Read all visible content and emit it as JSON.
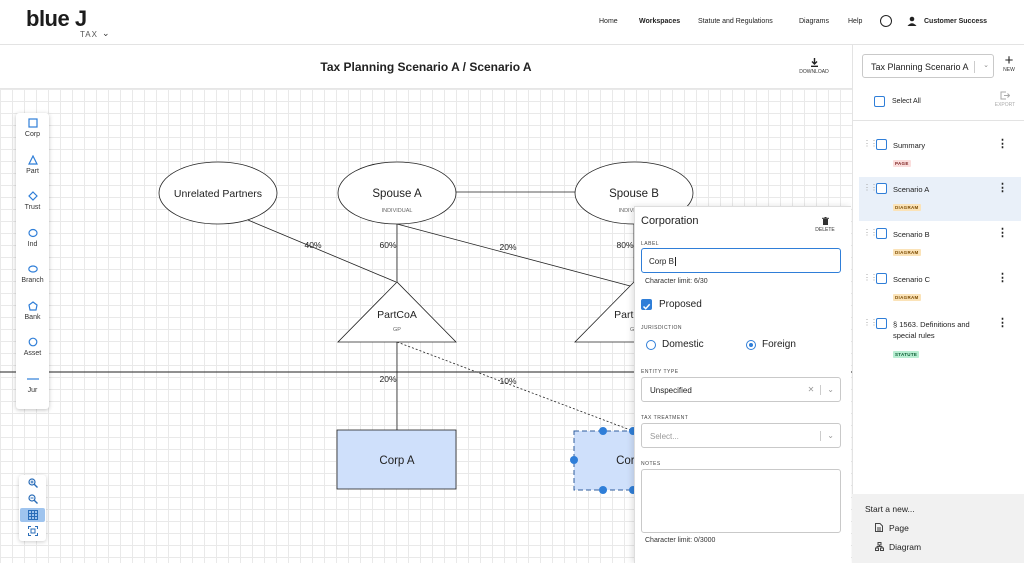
{
  "app": {
    "logo_main": "blue",
    "logo_j": "J",
    "logo_sub": "TAX"
  },
  "nav": {
    "home": "Home",
    "workspaces": "Workspaces",
    "statute": "Statute and Regulations",
    "diagrams": "Diagrams",
    "help": "Help",
    "user": "Customer Success"
  },
  "header": {
    "title": "Tax Planning Scenario A / Scenario A",
    "download": "DOWNLOAD"
  },
  "tools": [
    {
      "label": "Corp",
      "icon": "square-icon"
    },
    {
      "label": "Part",
      "icon": "triangle-icon"
    },
    {
      "label": "Trust",
      "icon": "diamond-icon"
    },
    {
      "label": "Ind",
      "icon": "ellipse-icon"
    },
    {
      "label": "Branch",
      "icon": "ellipse-small-icon"
    },
    {
      "label": "Bank",
      "icon": "pentagon-icon"
    },
    {
      "label": "Asset",
      "icon": "circle-icon"
    },
    {
      "label": "Jur",
      "icon": "line-icon"
    }
  ],
  "diagram": {
    "nodes": {
      "unrelated": "Unrelated Partners",
      "spouse_a": "Spouse A",
      "spouse_a_sub": "INDIVIDUAL",
      "spouse_b": "Spouse B",
      "spouse_b_sub": "INDIVIDUAL",
      "partcoa": "PartCoA",
      "partcoa_sub": "GP",
      "part_b": "PartCoB",
      "part_b_sub": "GP",
      "corp_a": "Corp A",
      "corp_b": "Corp B"
    },
    "edges": {
      "e40": "40%",
      "e60": "60%",
      "e20a": "20%",
      "e80": "80%",
      "e20b": "20%",
      "e10": "10%"
    }
  },
  "props": {
    "heading": "Corporation",
    "delete": "DELETE",
    "label_caption": "LABEL",
    "label_value": "Corp B",
    "label_limit": "Character limit: 6/30",
    "proposed": "Proposed",
    "jurisdiction_caption": "JURISDICTION",
    "domestic": "Domestic",
    "foreign": "Foreign",
    "entity_type_caption": "ENTITY TYPE",
    "entity_type_value": "Unspecified",
    "tax_treatment_caption": "TAX TREATMENT",
    "tax_treatment_placeholder": "Select...",
    "notes_caption": "NOTES",
    "notes_limit": "Character limit: 0/3000"
  },
  "sidebar": {
    "scenario_select": "Tax Planning Scenario A",
    "new": "NEW",
    "select_all": "Select All",
    "export": "EXPORT",
    "items": [
      {
        "name": "Summary",
        "badge": "PAGE"
      },
      {
        "name": "Scenario A",
        "badge": "DIAGRAM"
      },
      {
        "name": "Scenario B",
        "badge": "DIAGRAM"
      },
      {
        "name": "Scenario C",
        "badge": "DIAGRAM"
      },
      {
        "name": "§ 1563. Definitions and special rules",
        "badge": "STATUTE"
      }
    ],
    "start_new": "Start a new...",
    "start_page": "Page",
    "start_diagram": "Diagram"
  },
  "colors": {
    "accent": "#2f7ed8",
    "corp_fill": "#cfe0fb",
    "selected_item_bg": "#e9f0f9"
  }
}
